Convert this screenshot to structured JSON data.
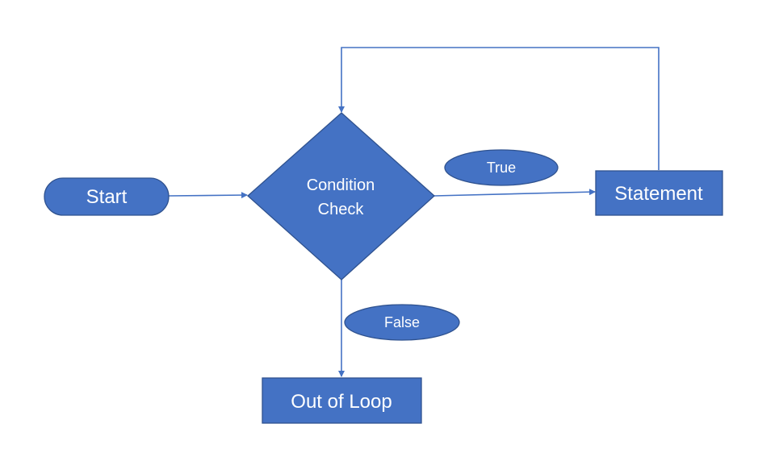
{
  "diagram": {
    "start": {
      "label": "Start"
    },
    "condition": {
      "line1": "Condition",
      "line2": "Check"
    },
    "statement": {
      "label": "Statement"
    },
    "out_of_loop": {
      "label": "Out of Loop"
    },
    "true_branch": {
      "label": "True"
    },
    "false_branch": {
      "label": "False"
    }
  },
  "colors": {
    "shape_fill": "#4472C4",
    "shape_border": "#2F528F",
    "connector": "#4472C4",
    "text": "#FFFFFF",
    "background": "#FFFFFF"
  }
}
